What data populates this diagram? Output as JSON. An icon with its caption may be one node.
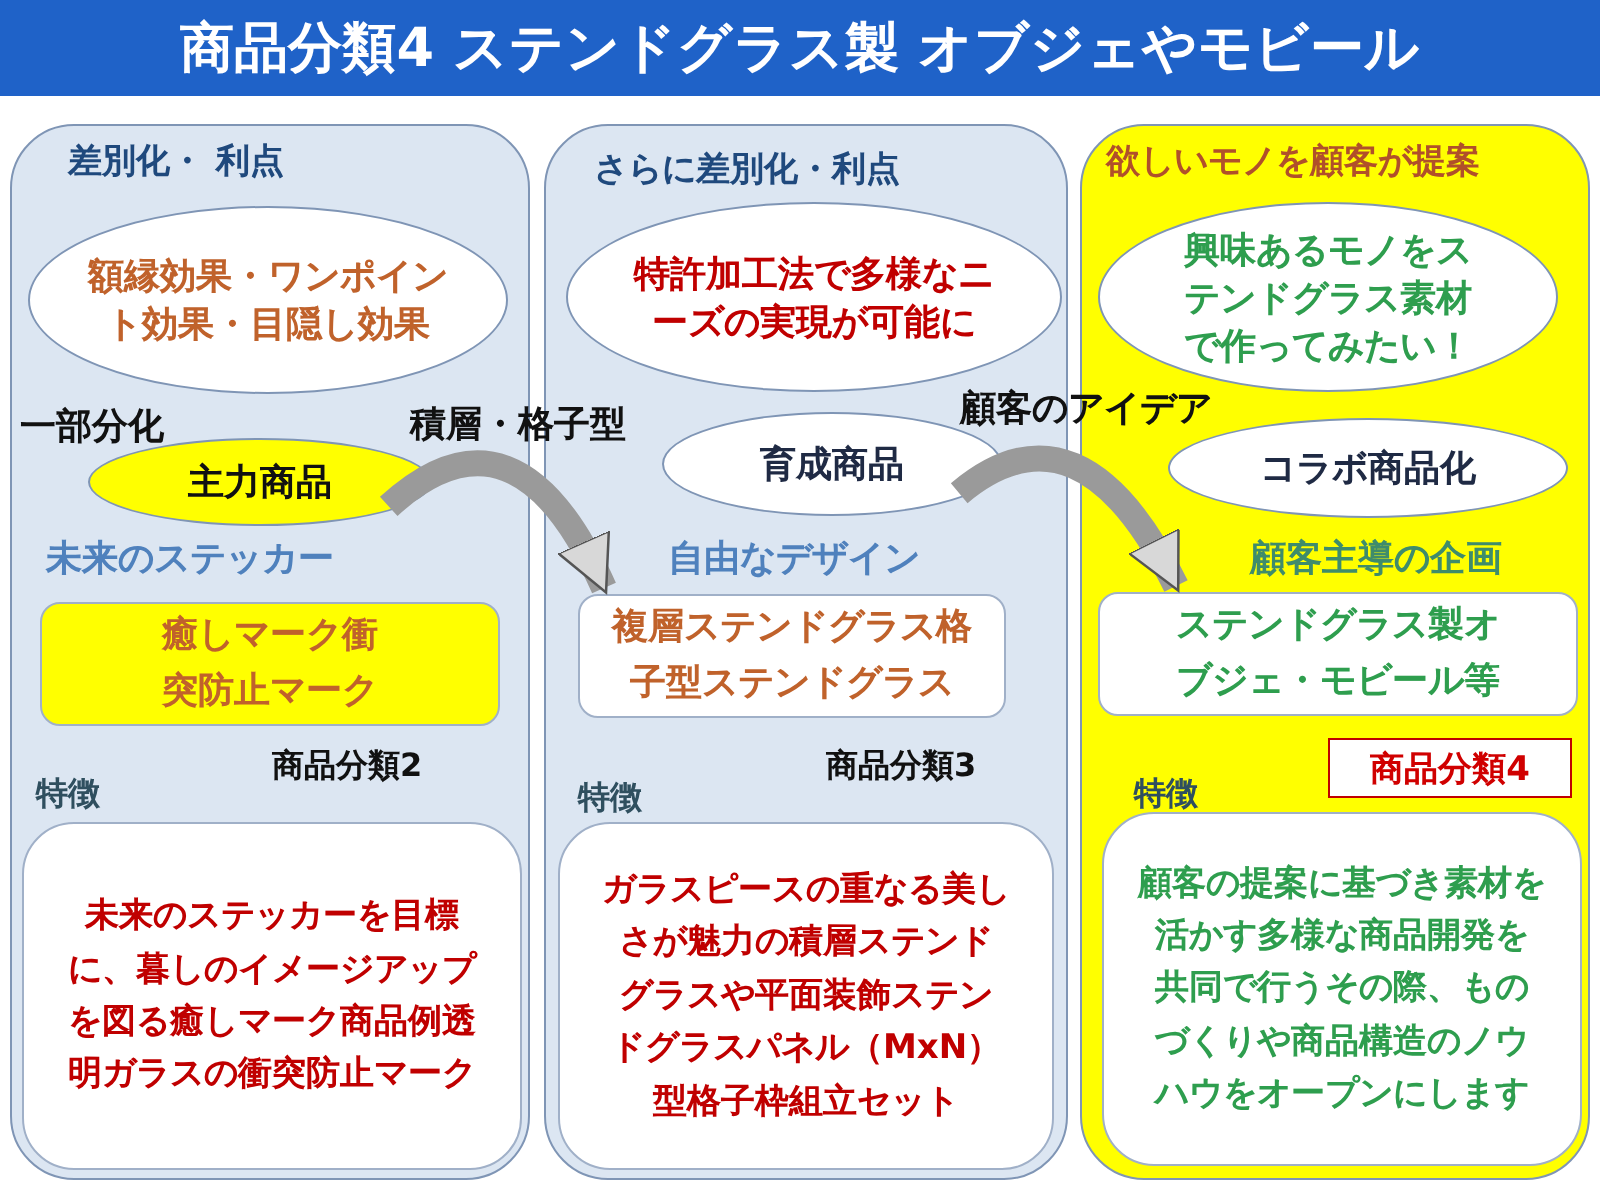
{
  "diagram": {
    "title": "商品分類4 ステンドグラス製 オブジェやモビール",
    "nodes": [
      {
        "text": [
          "差別化・ 利点",
          "一部分化",
          "未来のステッカー",
          "商品分類2",
          "特徴"
        ]
      },
      {
        "text": [
          "額縁効果・ワンポイント効果・目隠し効果"
        ],
        "in": 0
      },
      {
        "text": [
          "主力商品"
        ],
        "in": 0
      },
      {
        "text": [
          "癒しマーク衝突防止マーク"
        ],
        "in": 0
      },
      {
        "text": [
          "未来のステッカーを目標に、暮しのイメージアップを図る癒しマーク商品例透明ガラスの衝突防止マーク"
        ],
        "in": 0
      },
      {
        "text": [
          "さらに差別化・利点",
          "自由なデザイン",
          "商品分類3",
          "特徴"
        ]
      },
      {
        "text": [
          "特許加工法で多様なニーズの実現が可能に"
        ],
        "in": 5
      },
      {
        "text": [
          "育成商品"
        ],
        "in": 5
      },
      {
        "text": [
          "複層ステンドグラス格子型ステンドグラス"
        ],
        "in": 5
      },
      {
        "text": [
          "ガラスピースの重なる美しさが魅力の積層ステンドグラスや平面装飾ステンドグラスパネル（MxN）型格子枠組立セット"
        ],
        "in": 5
      },
      {
        "text": [
          "欲しいモノを顧客が提案",
          "顧客主導の企画",
          "特徴"
        ]
      },
      {
        "text": [
          "興味あるモノをステンドグラス素材で作ってみたい！"
        ],
        "in": 10
      },
      {
        "text": [
          "コラボ商品化"
        ],
        "in": 10
      },
      {
        "text": [
          "ステンドグラス製オブジェ・モビール等"
        ],
        "in": 10
      },
      {
        "text": [
          "商品分類4"
        ],
        "in": 10
      },
      {
        "text": [
          "顧客の提案に基づき素材を活かす多様な商品開発を共同で行うその際、ものづくりや商品構造のノウハウをオープンにします"
        ],
        "in": 10
      }
    ],
    "edges": [
      {
        "from": 2,
        "to": 8,
        "arrow": "to",
        "label": "積層・格子型"
      },
      {
        "from": 7,
        "to": 13,
        "arrow": "to",
        "label": "顧客のアイデア"
      }
    ]
  }
}
